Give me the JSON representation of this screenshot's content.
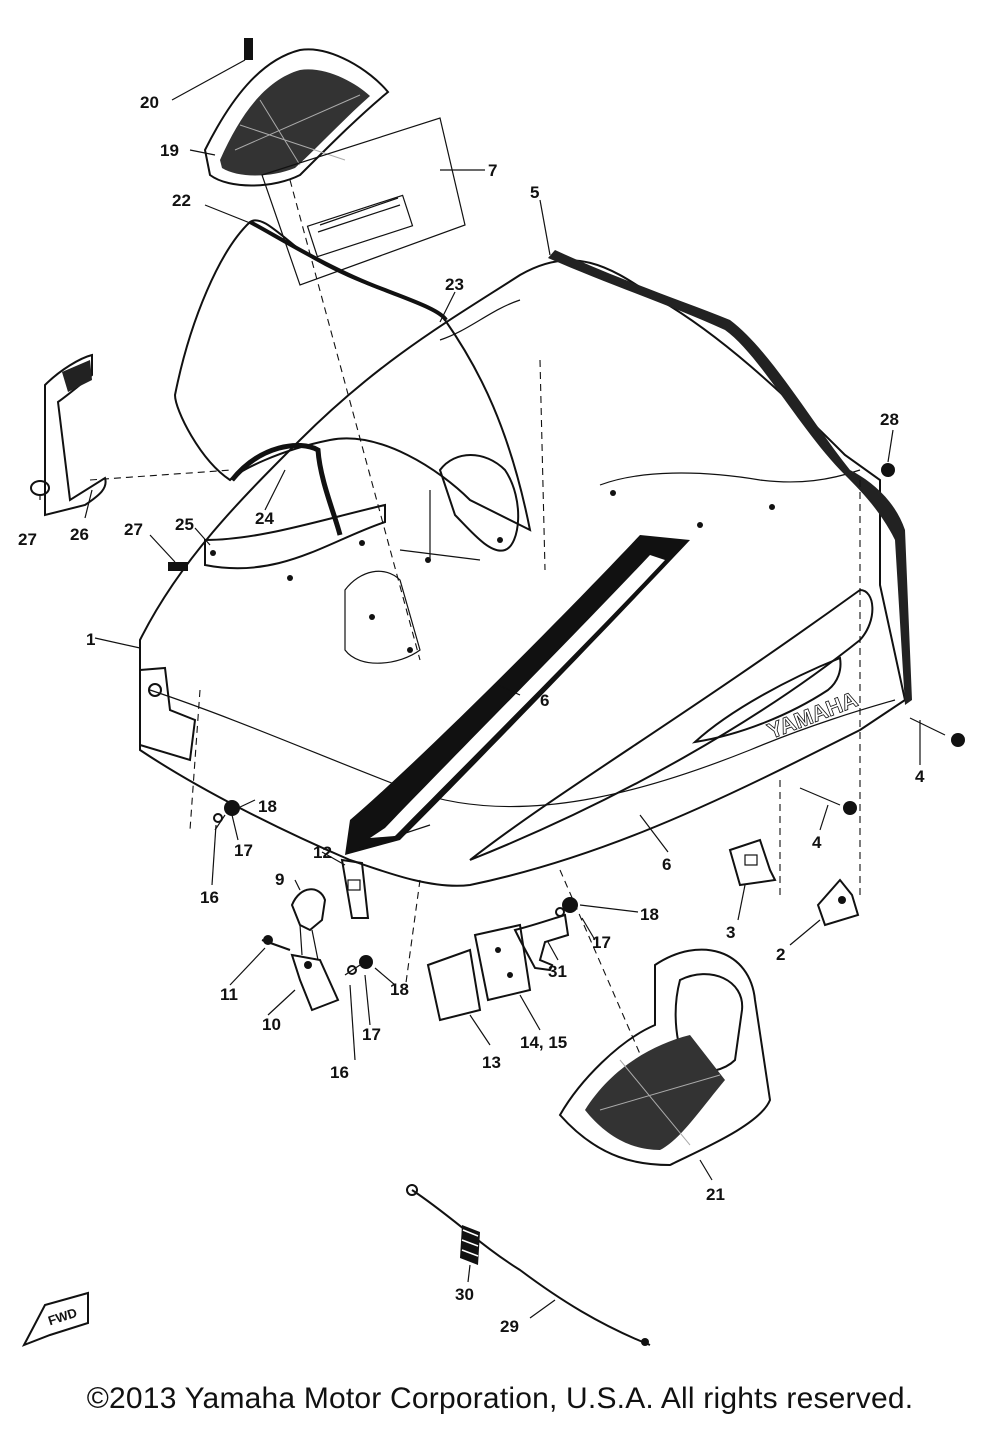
{
  "diagram": {
    "brand_decal": "YAMAHA",
    "direction_marker": "FWD",
    "callouts": {
      "c1": "1",
      "c2": "2",
      "c3": "3",
      "c4a": "4",
      "c4b": "4",
      "c5": "5",
      "c6a": "6",
      "c6b": "6",
      "c7": "7",
      "c9": "9",
      "c10": "10",
      "c11": "11",
      "c12": "12",
      "c13": "13",
      "c14": "14, 15",
      "c16a": "16",
      "c16b": "16",
      "c17a": "17",
      "c17b": "17",
      "c17c": "17",
      "c18a": "18",
      "c18b": "18",
      "c18c": "18",
      "c19": "19",
      "c20": "20",
      "c21": "21",
      "c22": "22",
      "c23": "23",
      "c24": "24",
      "c25": "25",
      "c26": "26",
      "c27a": "27",
      "c27b": "27",
      "c28": "28",
      "c29": "29",
      "c30": "30",
      "c31": "31"
    }
  },
  "footer": {
    "copyright": "©2013 Yamaha Motor Corporation, U.S.A. All rights reserved."
  }
}
